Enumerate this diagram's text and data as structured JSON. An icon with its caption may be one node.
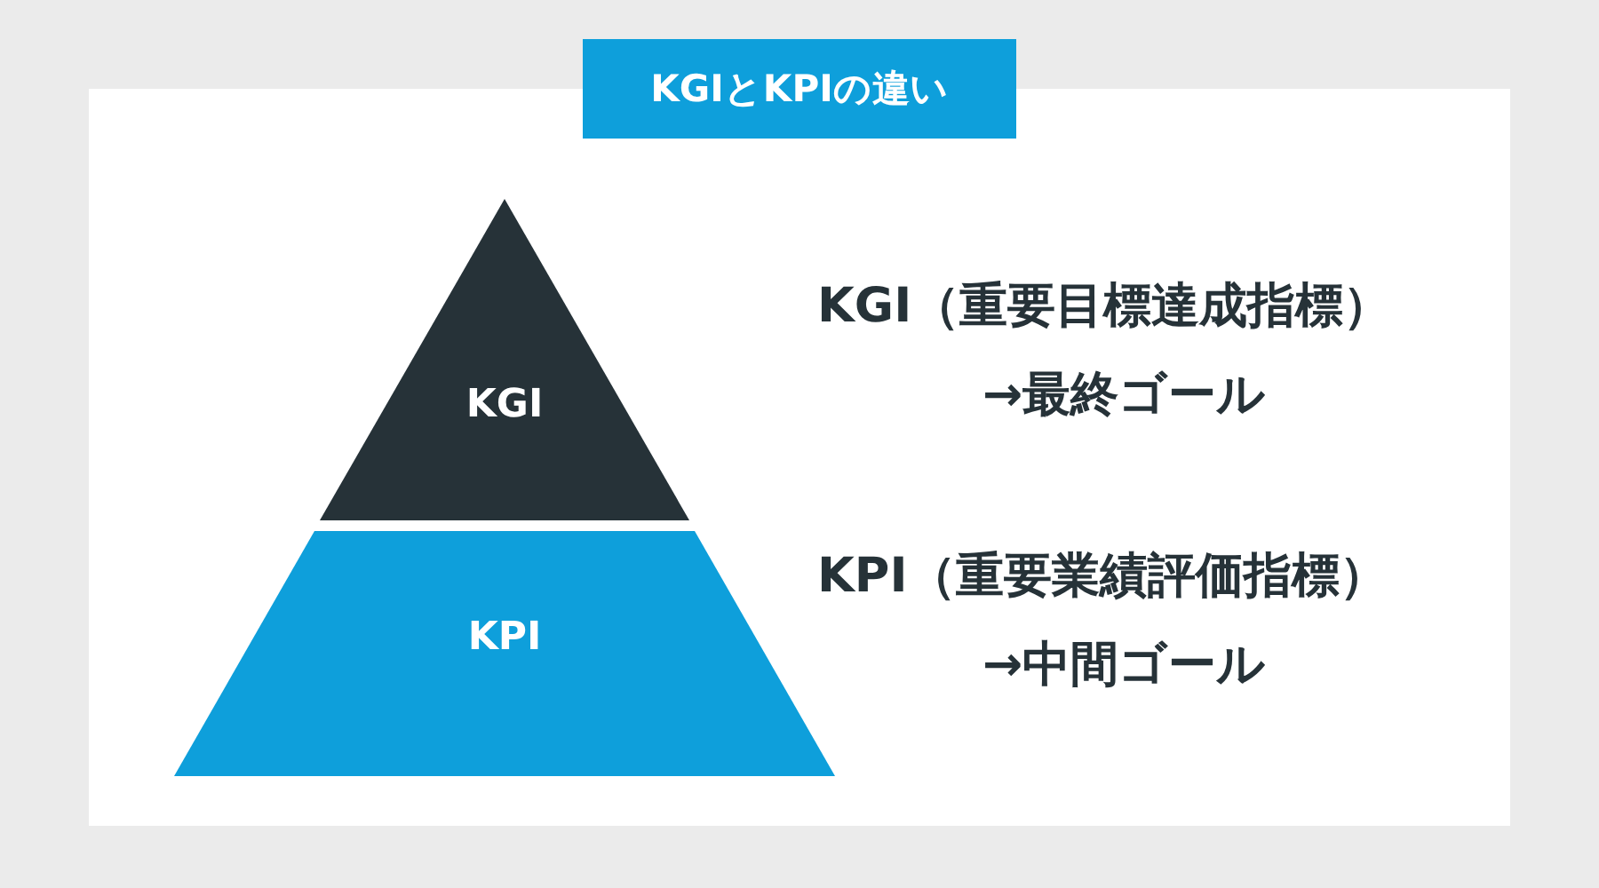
{
  "diagram": {
    "title": "KGIとKPIの違い",
    "nodes": [
      {
        "text": [
          "KGI"
        ]
      },
      {
        "text": [
          "KPI"
        ]
      }
    ],
    "labels": [
      "KGI（重要**目標達成**指標）",
      "→最終ゴール",
      "KPI（重要**業績評価**指標）",
      "→中間ゴール"
    ]
  }
}
